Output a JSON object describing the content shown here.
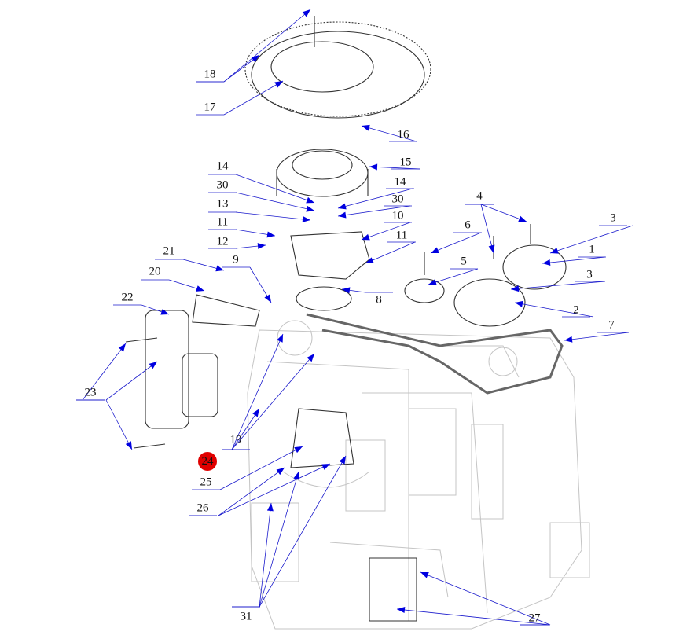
{
  "diagram": {
    "type": "exploded-parts-diagram",
    "colors": {
      "leader": "#1a1acc",
      "arrow": "#0000e0",
      "part_line": "#333333",
      "ghost_line": "#bbbbbb",
      "center_line": "#ff4444",
      "highlight": "#e00000"
    },
    "callouts": [
      "18",
      "17",
      "16",
      "15",
      "14",
      "14",
      "30",
      "30",
      "13",
      "10",
      "11",
      "11",
      "12",
      "4",
      "3",
      "6",
      "1",
      "5",
      "3",
      "21",
      "9",
      "20",
      "8",
      "2",
      "22",
      "7",
      "23",
      "19",
      "25",
      "26",
      "31",
      "27"
    ],
    "highlighted_callout": "24"
  }
}
